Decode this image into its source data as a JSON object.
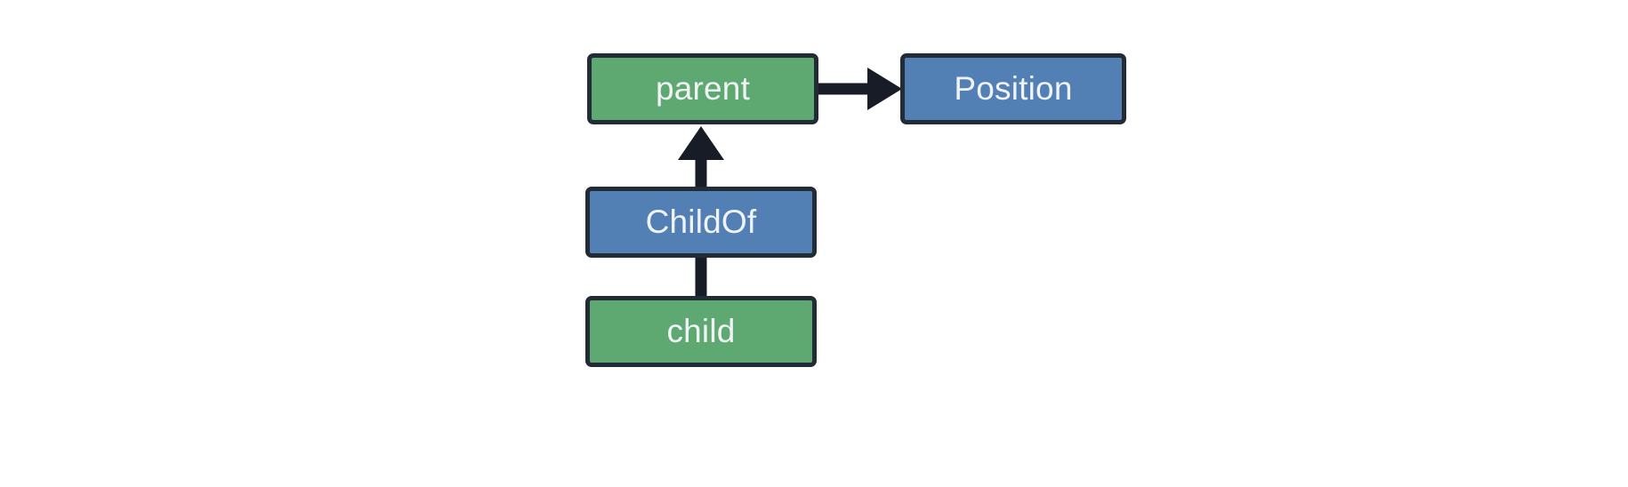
{
  "diagram": {
    "type": "entity-relationship-graph",
    "background_color": "#ffffff",
    "palette": {
      "entity_fill": "#5ea972",
      "component_fill": "#5380b4",
      "stroke": "#232b36",
      "label_text": "#f0f2f5"
    },
    "nodes": [
      {
        "id": "parent",
        "label": "parent",
        "kind": "entity",
        "fill": "#5ea972"
      },
      {
        "id": "position",
        "label": "Position",
        "kind": "component",
        "fill": "#5380b4"
      },
      {
        "id": "childof",
        "label": "ChildOf",
        "kind": "component",
        "fill": "#5380b4"
      },
      {
        "id": "child",
        "label": "child",
        "kind": "entity",
        "fill": "#5ea972"
      }
    ],
    "edges": [
      {
        "id": "parent-to-position",
        "from": "parent",
        "to": "position",
        "direction": "right",
        "arrowhead": "filled-triangle",
        "style": "solid"
      },
      {
        "id": "childof-to-parent",
        "from": "childof",
        "to": "parent",
        "direction": "up",
        "arrowhead": "filled-triangle",
        "style": "solid"
      },
      {
        "id": "child-to-childof",
        "from": "child",
        "to": "childof",
        "direction": "none",
        "arrowhead": "none",
        "style": "solid"
      }
    ]
  }
}
